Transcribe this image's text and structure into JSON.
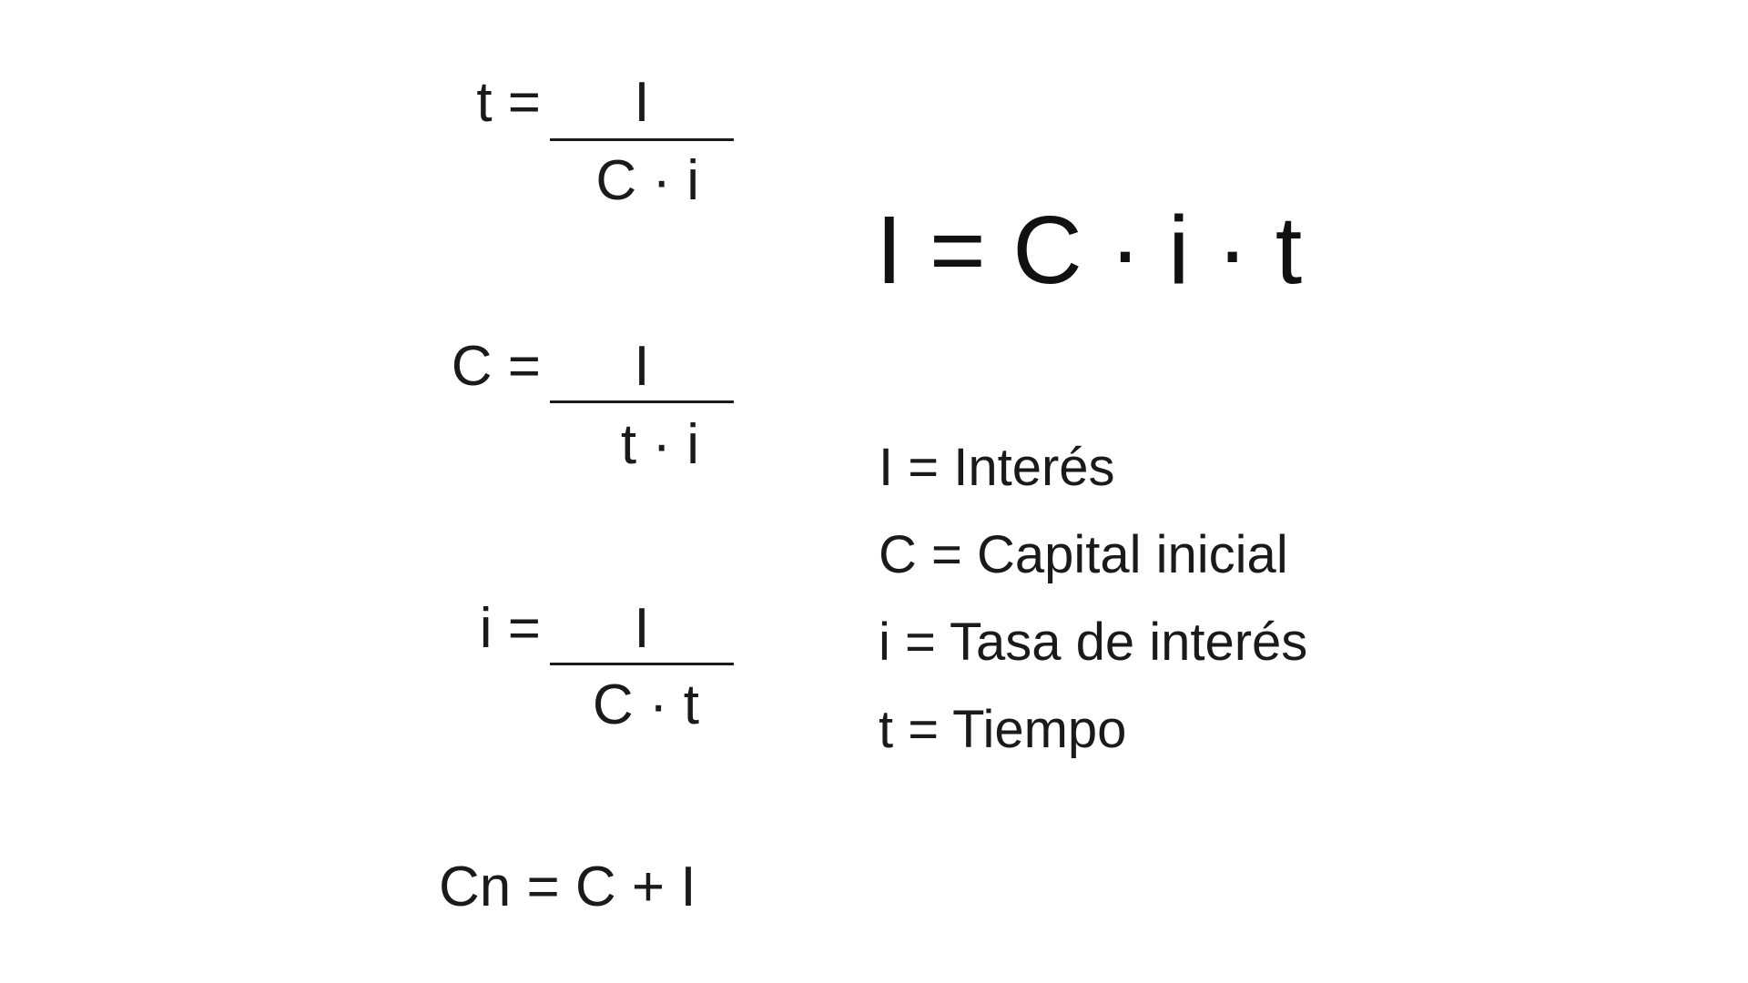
{
  "fractions": [
    {
      "lhs": "t =",
      "numerator": "I",
      "denominator": "C · i"
    },
    {
      "lhs": "C =",
      "numerator": "I",
      "denominator": "t · i"
    },
    {
      "lhs": "i =",
      "numerator": "I",
      "denominator": "C · t"
    }
  ],
  "main_formula": "I = C · i · t",
  "legend": [
    "I = Interés",
    "C = Capital inicial",
    "i = Tasa de interés",
    "t = Tiempo"
  ],
  "final_formula": "Cn = C + I"
}
